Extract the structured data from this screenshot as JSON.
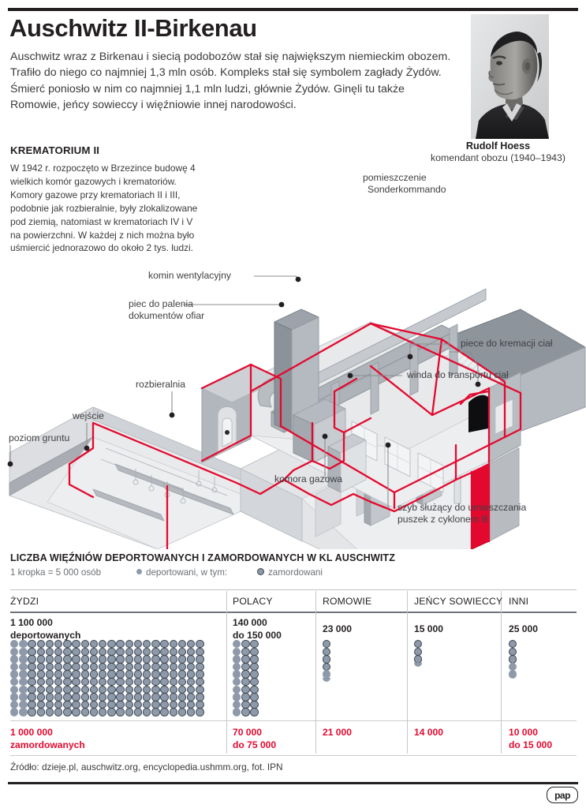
{
  "header": {
    "title": "Auschwitz II-Birkenau",
    "lede": "Auschwitz wraz z Birkenau i siecią podobozów stał się największym niemieckim obozem. Trafiło do niego co najmniej 1,3 mln osób. Kompleks stał się symbolem zagłady Żydów. Śmierć poniosło w nim co najmniej 1,1 mln ludzi, głównie Żydów. Ginęli tu także Romowie, jeńcy sowieccy i więźniowie innej narodowości."
  },
  "portrait": {
    "name": "Rudolf Hoess",
    "role": "komendant obozu (1940–1943)"
  },
  "crematorium": {
    "heading": "KREMATORIUM II",
    "body": "W 1942 r. rozpoczęto w Brzezince budowę 4 wielkich komór gazowych i krematoriów. Komory gazowe przy krematoriach II i III, podobnie jak rozbieralnie, były zlokalizowane pod ziemią, natomiast w krematoriach IV i V na powierzchni. W każdej z nich można było uśmiercić jednorazowo do około 2 tys. ludzi."
  },
  "diagram": {
    "labels": {
      "sonderkommando": "pomieszczenie\nSonderkommando",
      "sonderkommando_l1": "pomieszczenie",
      "sonderkommando_l2": "Sonderkommando",
      "komin": "komin wentylacyjny",
      "piec_l1": "piec do palenia",
      "piec_l2": "dokumentów ofiar",
      "piece_kremacji": "piece do kremacji ciał",
      "winda": "winda do transportu ciał",
      "rozbieralnia": "rozbieralnia",
      "wejscie": "wejście",
      "poziom_gruntu": "poziom gruntu",
      "komora_gazowa": "komora gazowa",
      "szyb_l1": "szyb służący do umieszczania",
      "szyb_l2": "puszek z cyklonem B"
    }
  },
  "stats": {
    "title": "LICZBA WIĘŹNIÓW DEPORTOWANYCH I ZAMORDOWANYCH W KL AUSCHWITZ",
    "legend": {
      "unit": "1 kropka = 5 000 osób",
      "deported": "deportowani, w tym:",
      "murdered": "zamordowani"
    },
    "source": "Źródło: dzieje.pl, auschwitz.org, encyclopedia.ushmm.org, fot. IPN",
    "logo": "pap"
  },
  "chart_data": {
    "type": "table",
    "title": "LICZBA WIĘŹNIÓW DEPORTOWANYCH I ZAMORDOWANYCH W KL AUSCHWITZ",
    "unit_note": "1 kropka = 5 000 osób",
    "legend": [
      "deportowani, w tym:",
      "zamordowani"
    ],
    "categories": [
      "ŻYDZI",
      "POLACY",
      "ROMOWIE",
      "JEŃCY SOWIECCY",
      "INNI"
    ],
    "columns": [
      {
        "header": "ŻYDZI",
        "deported_label_l1": "1 100 000",
        "deported_label_l2": "deportowanych",
        "murdered_label_l1": "1 000 000",
        "murdered_label_l2": "zamordowanych",
        "deported_value": 1100000,
        "murdered_value": 1000000,
        "dots_total": 220,
        "dots_murdered": 200
      },
      {
        "header": "POLACY",
        "deported_label_l1": "140 000",
        "deported_label_l2": "do 150 000",
        "murdered_label_l1": "70 000",
        "murdered_label_l2": "do 75 000",
        "deported_value": 150000,
        "murdered_value": 75000,
        "dots_total": 30,
        "dots_murdered": 15
      },
      {
        "header": "ROMOWIE",
        "deported_label_l1": "23 000",
        "deported_label_l2": "",
        "murdered_label_l1": "21 000",
        "murdered_label_l2": "",
        "deported_value": 23000,
        "murdered_value": 21000,
        "dots_total": 5,
        "dots_murdered": 4
      },
      {
        "header": "JEŃCY SOWIECCY",
        "deported_label_l1": "15 000",
        "deported_label_l2": "",
        "murdered_label_l1": "14 000",
        "murdered_label_l2": "",
        "deported_value": 15000,
        "murdered_value": 14000,
        "dots_total": 3,
        "dots_murdered": 3
      },
      {
        "header": "INNI",
        "deported_label_l1": "25 000",
        "deported_label_l2": "",
        "murdered_label_l1": "10 000",
        "murdered_label_l2": "do 15 000",
        "deported_value": 25000,
        "murdered_value": 15000,
        "dots_total": 5,
        "dots_murdered": 3
      }
    ],
    "colors": {
      "accent": "#e3092e",
      "dot": "#8e9aa9",
      "dot_ring": "#3a4452",
      "text": "#231f20"
    }
  }
}
